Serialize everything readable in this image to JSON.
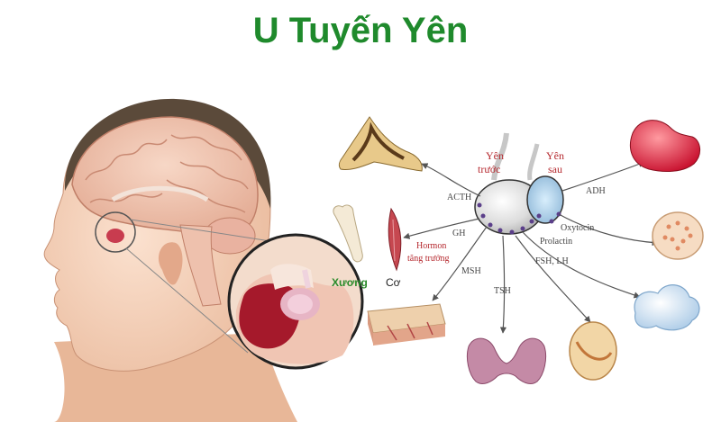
{
  "title": "U Tuyến Yên",
  "labels": {
    "anterior_line1": "Yên",
    "anterior_line2": "trước",
    "posterior_line1": "Yên",
    "posterior_line2": "sau",
    "acth": "ACTH",
    "gh": "GH",
    "msh": "MSH",
    "tsh": "TSH",
    "fsh_lh": "FSH, LH",
    "adh": "ADH",
    "oxytocin": "Oxytocin",
    "prolactin": "Prolactin",
    "growth_hormone_line1": "Hormon",
    "growth_hormone_line2": "tăng trưởng",
    "bone": "Xương",
    "muscle": "Cơ"
  },
  "colors": {
    "title": "#1f8a2c",
    "label_red": "#b5282e",
    "label_green": "#2a8a2a",
    "arrow": "#555555"
  },
  "icons": {
    "brain": "brain-illustration",
    "pituitary": "pituitary-gland-icon",
    "adrenal": "adrenal-gland-icon",
    "kidney": "kidney-icon",
    "breast": "mammary-gland-icon",
    "uterus": "uterus-icon",
    "ovary": "ovary-testis-icon",
    "thyroid": "thyroid-icon",
    "skin": "skin-icon",
    "bone": "bone-icon",
    "muscle": "muscle-icon"
  }
}
